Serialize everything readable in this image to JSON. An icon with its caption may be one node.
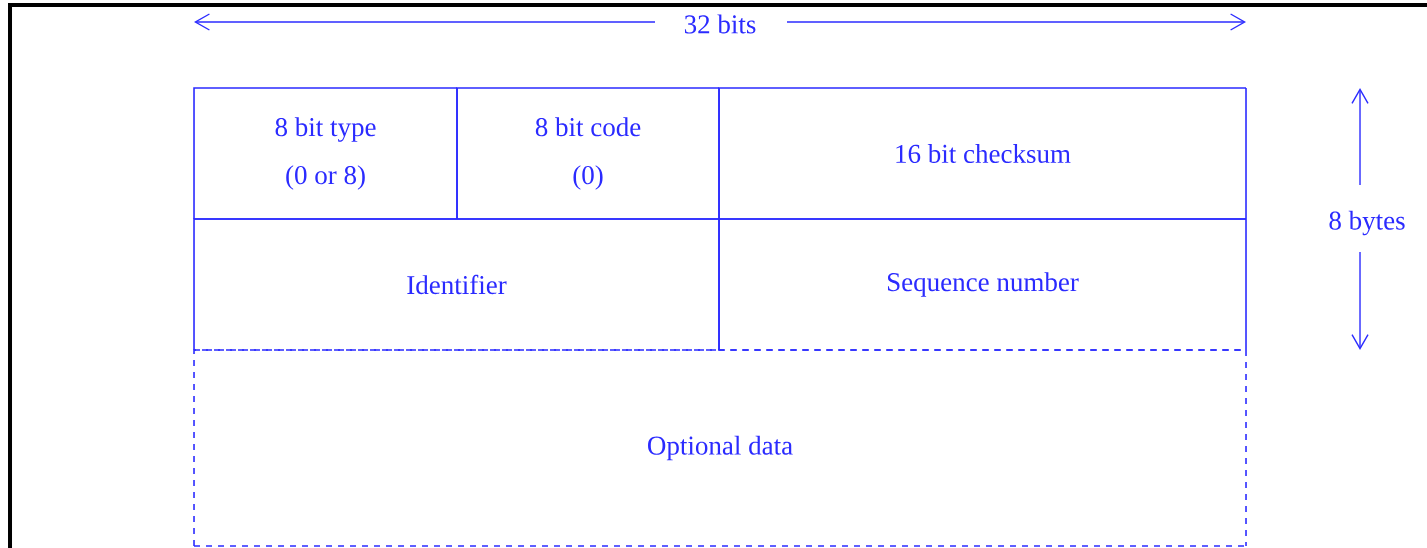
{
  "diagram": {
    "nodes": [
      {
        "text": [
          "8 bit type",
          "(0 or 8)"
        ]
      },
      {
        "text": [
          "8 bit code",
          "(0)"
        ]
      },
      {
        "text": [
          "16 bit checksum"
        ]
      },
      {
        "text": [
          "Identifier"
        ]
      },
      {
        "text": [
          "Sequence number"
        ]
      },
      {
        "text": [
          "Optional data"
        ]
      }
    ],
    "labels": [
      "32 bits",
      "8 bytes"
    ]
  }
}
